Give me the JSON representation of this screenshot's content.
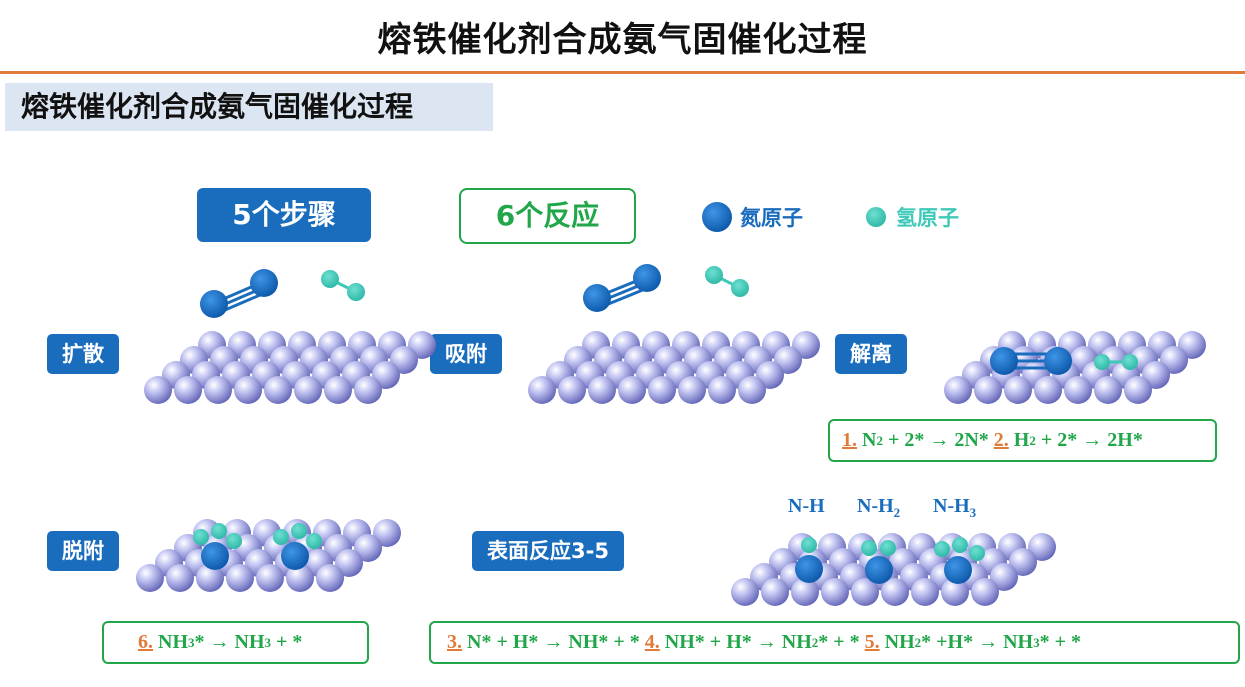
{
  "header": {
    "title": "熔铁催化剂合成氨气固催化过程"
  },
  "subtitle": "熔铁催化剂合成氨气固催化过程",
  "badges": {
    "steps": "5个步骤",
    "reactions": "6个反应"
  },
  "legend": {
    "nitrogen": {
      "label": "氮原子",
      "color": "#1a6dbd"
    },
    "hydrogen": {
      "label": "氢原子",
      "color": "#3ec9b8"
    }
  },
  "steps": {
    "diffusion": "扩散",
    "adsorption": "吸附",
    "dissociation": "解离",
    "desorption": "脱附",
    "surface_reaction": "表面反应3-5"
  },
  "nh_labels": {
    "nh": "N-H",
    "nh2": {
      "base": "N-H",
      "sub": "2"
    },
    "nh3": {
      "base": "N-H",
      "sub": "3"
    }
  },
  "equations": {
    "eq1": {
      "num": "1.",
      "a": "N",
      "a_sub": "2",
      "b": " + 2* → 2N* "
    },
    "eq2": {
      "num": "2.",
      "a": "H",
      "a_sub": "2",
      "b": " + 2* → 2H*"
    },
    "eq3": {
      "num": "3.",
      "text": "N* + H* → NH* + * "
    },
    "eq4": {
      "num": "4.",
      "a": "NH* + H* → NH",
      "a_sub": "2",
      "b": "* + * "
    },
    "eq5": {
      "num": "5.",
      "a": "NH",
      "a_sub": "2",
      "b": "* +H* → NH",
      "b_sub": "3",
      "c": "* + *"
    },
    "eq6": {
      "num": "6.",
      "a": "NH",
      "a_sub": "3",
      "b": "* → NH",
      "b_sub": "3",
      "c": " + *"
    }
  },
  "colors": {
    "accent_orange": "#e07b39",
    "blue": "#1a6dbd",
    "green": "#22a64a",
    "teal": "#3ec9b8",
    "sphere": "#9ea0e2"
  }
}
